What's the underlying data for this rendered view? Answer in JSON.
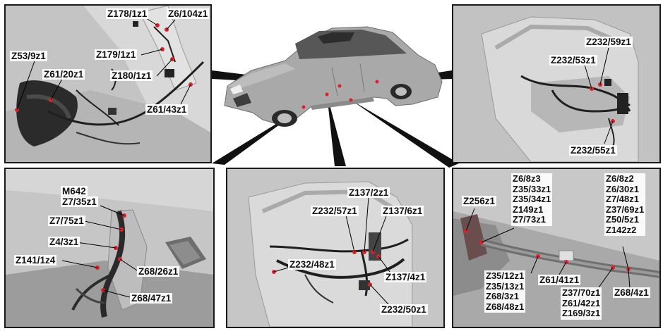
{
  "panels": {
    "top_left": {
      "labels": [
        "Z178/1z1",
        "Z6/104z1",
        "Z53/9z1",
        "Z179/1z1",
        "Z61/20z1",
        "Z180/1z1",
        "Z61/43z1"
      ]
    },
    "top_right": {
      "labels": [
        "Z232/59z1",
        "Z232/53z1",
        "Z232/55z1"
      ]
    },
    "bottom_left": {
      "header": "M642",
      "labels": [
        "Z7/35z1",
        "Z7/75z1",
        "Z4/3z1",
        "Z141/1z4",
        "Z68/26z1",
        "Z68/47z1"
      ]
    },
    "bottom_center": {
      "labels": [
        "Z137/2z1",
        "Z232/57z1",
        "Z137/6z1",
        "Z232/48z1",
        "Z137/4z1",
        "Z232/50z1"
      ]
    },
    "bottom_right": {
      "single": [
        "Z256z1",
        "Z61/41z1",
        "Z68/4z1"
      ],
      "stack_a": [
        "Z6/8z3",
        "Z35/33z1",
        "Z35/34z1",
        "Z149z1",
        "Z7/73z1"
      ],
      "stack_b": [
        "Z6/8z2",
        "Z6/30z1",
        "Z7/48z1",
        "Z37/69z1",
        "Z50/5z1",
        "Z142z2"
      ],
      "stack_c": [
        "Z35/12z1",
        "Z35/13z1",
        "Z68/3z1",
        "Z68/48z1"
      ],
      "stack_d": [
        "Z37/70z1",
        "Z61/42z1",
        "Z169/3z1"
      ]
    }
  },
  "colors": {
    "marker": "#e0202a",
    "border": "#1a1a1a",
    "panel_bg": "#c9c9c9"
  }
}
